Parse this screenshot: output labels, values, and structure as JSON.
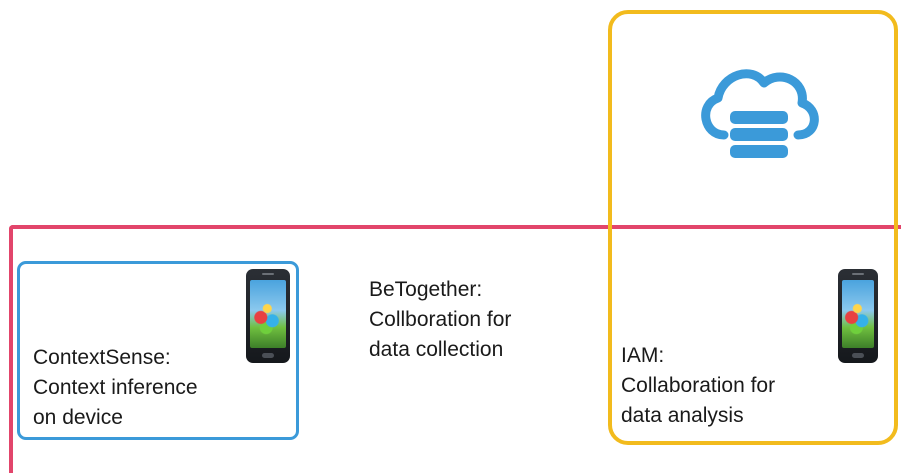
{
  "colors": {
    "collaboration_line": "#e2456b",
    "device_box": "#3b9ad9",
    "cloud_box": "#f2bb1d",
    "cloud_icon": "#3b9ad9"
  },
  "icons": {
    "cloud": "cloud-database-icon",
    "device": "smartphone-icon"
  },
  "contextsense": {
    "lines": [
      "ContextSense:",
      "Context inference",
      "on device"
    ]
  },
  "betogether": {
    "lines": [
      "BeTogether:",
      "Collboration for",
      "data collection"
    ]
  },
  "iam": {
    "lines": [
      "IAM:",
      "Collaboration for",
      "data analysis"
    ]
  }
}
